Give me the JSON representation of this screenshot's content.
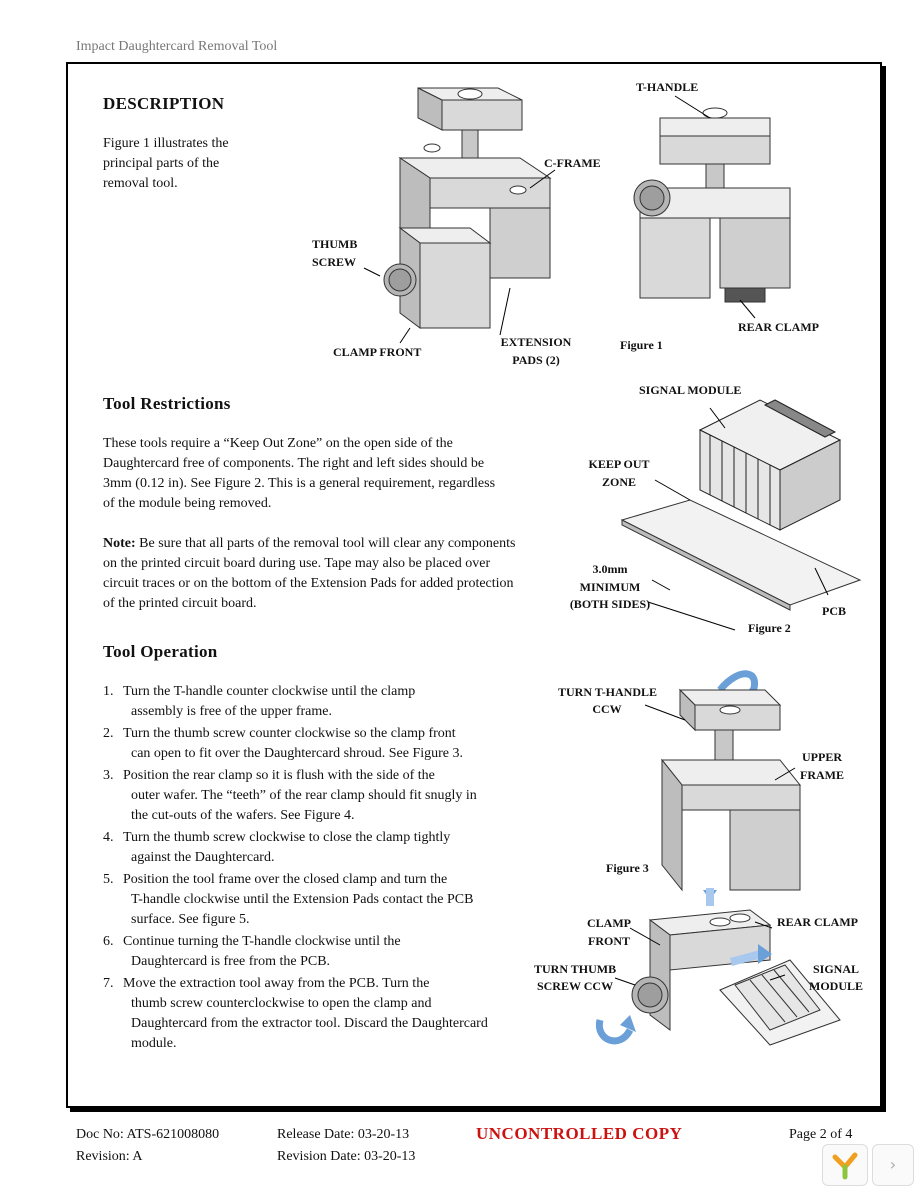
{
  "header": {
    "title": "Impact Daughtercard Removal Tool"
  },
  "description": {
    "heading": "DESCRIPTION",
    "text": "Figure 1 illustrates the principal parts of the removal tool."
  },
  "figure1": {
    "caption": "Figure 1",
    "labels": {
      "t_handle": "T-HANDLE",
      "c_frame": "C-FRAME",
      "thumb": "THUMB",
      "screw": "SCREW",
      "clamp_front": "CLAMP FRONT",
      "extension": "EXTENSION",
      "pads": "PADS (2)",
      "rear_clamp": "REAR CLAMP"
    }
  },
  "restrictions": {
    "heading": "Tool Restrictions",
    "para1": "These tools require a “Keep Out Zone” on the open side of the Daughtercard free of components. The right and left sides should be 3mm (0.12 in).  See Figure 2.  This is a general requirement, regardless of the module being removed.",
    "note_label": "Note:",
    "note_text": " Be sure that all parts of the removal tool will clear any components on the printed circuit board during use.  Tape may also be placed over circuit traces or on the bottom of the Extension Pads for added protection of the printed circuit board."
  },
  "figure2": {
    "caption": "Figure 2",
    "labels": {
      "signal_module": "SIGNAL MODULE",
      "keep_out": "KEEP OUT",
      "zone": "ZONE",
      "dim": "3.0mm",
      "minimum": "MINIMUM",
      "both_sides": "(BOTH SIDES)",
      "pcb": "PCB"
    }
  },
  "operation": {
    "heading": "Tool Operation",
    "steps": [
      {
        "num": "1.",
        "first": "Turn the T-handle counter clockwise until the clamp",
        "rest": "assembly is free of the upper frame."
      },
      {
        "num": "2.",
        "first": "Turn the thumb screw counter clockwise so the clamp front",
        "rest": "can open to fit over the Daughtercard shroud.  See Figure 3."
      },
      {
        "num": "3.",
        "first": "Position the rear clamp so it is flush with the side of the",
        "rest": "outer wafer. The “teeth” of the rear clamp should fit snugly in the cut-outs of the wafers. See Figure 4."
      },
      {
        "num": "4.",
        "first": "Turn the thumb screw clockwise to close the clamp tightly",
        "rest": "against the Daughtercard."
      },
      {
        "num": "5.",
        "first": "Position the tool frame over the closed clamp and turn the",
        "rest": "T-handle clockwise until the Extension Pads contact the PCB surface.  See figure 5."
      },
      {
        "num": "6.",
        "first": "Continue turning the T-handle clockwise until the",
        "rest": "Daughtercard is free from the PCB."
      },
      {
        "num": "7.",
        "first": "Move the extraction tool away from the PCB.  Turn the",
        "rest": "thumb screw counterclockwise to open the clamp and Daughtercard from the extractor tool.  Discard the Daughtercard module."
      }
    ]
  },
  "figure3": {
    "caption": "Figure 3",
    "labels": {
      "turn_t_handle": "TURN T-HANDLE",
      "ccw": "CCW",
      "upper": "UPPER",
      "frame": "FRAME",
      "clamp": "CLAMP",
      "front": "FRONT",
      "rear_clamp": "REAR CLAMP",
      "turn_thumb": "TURN THUMB",
      "screw_ccw": "SCREW CCW",
      "signal": "SIGNAL",
      "module": "MODULE"
    }
  },
  "footer": {
    "doc_no": "Doc No: ATS-621008080",
    "revision": "Revision: A",
    "release_date": "Release Date: 03-20-13",
    "revision_date": "Revision Date: 03-20-13",
    "uncontrolled": "UNCONTROLLED COPY",
    "page": "Page 2 of 4"
  },
  "colors": {
    "uncontrolled": "#cc1111",
    "tool_gray": "#d9d9d9",
    "arrow_blue": "#6a9fd8"
  }
}
